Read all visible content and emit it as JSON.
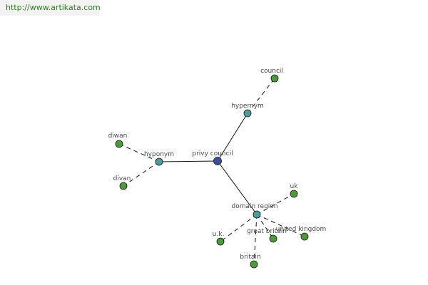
{
  "source_url": "http://www.artikata.com",
  "colors": {
    "root": "#3d4c9e",
    "relation": "#4e9c9a",
    "leaf": "#4e9a3a",
    "edge": "#111111",
    "url_text": "#2e7d1e"
  },
  "graph": {
    "root": {
      "id": "privy-council",
      "label": "privy council"
    },
    "relations": [
      {
        "id": "hypernym",
        "label": "hypernym"
      },
      {
        "id": "hyponym",
        "label": "hyponym"
      },
      {
        "id": "domain-region",
        "label": "domain region"
      }
    ],
    "leaves": [
      {
        "id": "council",
        "label": "council",
        "relation": "hypernym"
      },
      {
        "id": "diwan",
        "label": "diwan",
        "relation": "hyponym"
      },
      {
        "id": "divan",
        "label": "divan",
        "relation": "hyponym"
      },
      {
        "id": "uk",
        "label": "uk",
        "relation": "domain-region"
      },
      {
        "id": "united-kingdom",
        "label": "united kingdom",
        "relation": "domain-region"
      },
      {
        "id": "great-britain",
        "label": "great britain",
        "relation": "domain-region"
      },
      {
        "id": "u-k",
        "label": "u.k.",
        "relation": "domain-region"
      },
      {
        "id": "britain",
        "label": "britain",
        "relation": "domain-region"
      }
    ]
  }
}
